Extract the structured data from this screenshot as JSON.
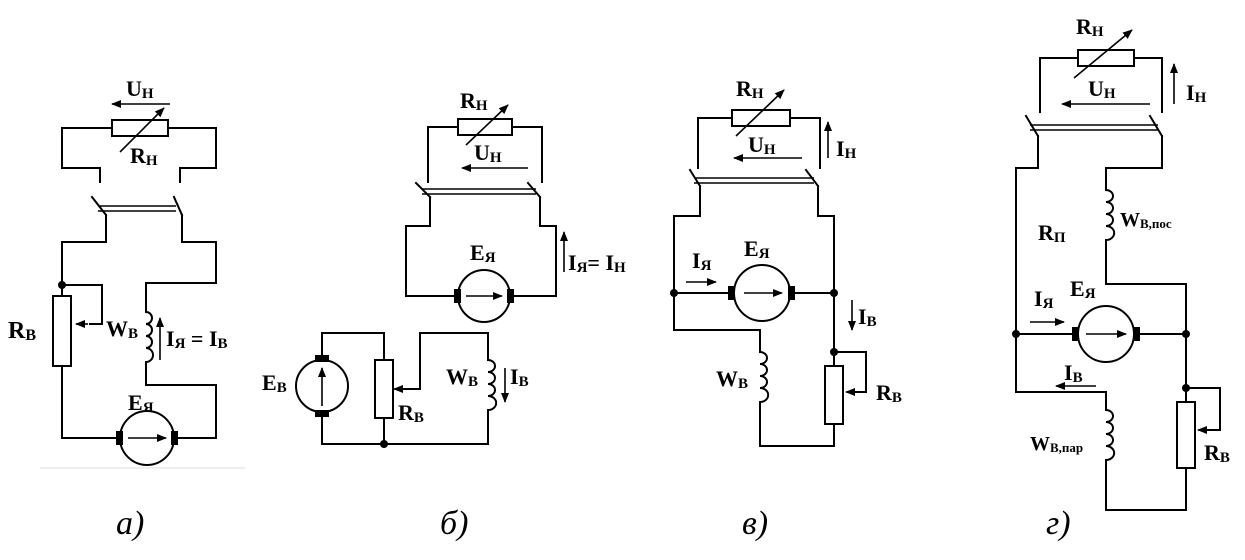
{
  "labels": {
    "a": {
      "U": "U",
      "U_sub": "Н",
      "R_load": "R",
      "R_load_sub": "Н",
      "R_field": "R",
      "R_field_sub": "В",
      "W": "W",
      "W_sub": "В",
      "I1": "I",
      "I1_sub": "Я",
      "eq": " = I",
      "I2_sub": "В",
      "E": "E",
      "E_sub": "Я"
    },
    "b": {
      "R_load": "R",
      "R_load_sub": "Н",
      "U": "U",
      "U_sub": "Н",
      "E": "E",
      "E_sub": "Я",
      "I1": "I",
      "I1_sub": "Я",
      "eq": "= I",
      "I2_sub": "Н",
      "Eb": "E",
      "Eb_sub": "В",
      "R_field": "R",
      "R_field_sub": "В",
      "W": "W",
      "W_sub": "В",
      "Ib": "I",
      "Ib_sub": "В"
    },
    "c": {
      "R_load": "R",
      "R_load_sub": "Н",
      "U": "U",
      "U_sub": "Н",
      "IH": "I",
      "IH_sub": "Н",
      "I1": "I",
      "I1_sub": "Я",
      "E": "E",
      "E_sub": "Я",
      "IB": "I",
      "IB_sub": "В",
      "W": "W",
      "W_sub": "В",
      "R_field": "R",
      "R_field_sub": "В"
    },
    "d": {
      "R_load": "R",
      "R_load_sub": "Н",
      "U": "U",
      "U_sub": "Н",
      "IH": "I",
      "IH_sub": "Н",
      "Rp": "R",
      "Rp_sub": "П",
      "Wpos": "W",
      "Wpos_sub": "В,пос",
      "I1": "I",
      "I1_sub": "Я",
      "E": "E",
      "E_sub": "Я",
      "IB": "I",
      "IB_sub": "В",
      "Wpar": "W",
      "Wpar_sub": "В,пар",
      "R_field": "R",
      "R_field_sub": "В"
    }
  },
  "captions": [
    "а)",
    "б)",
    "в)",
    "г)"
  ]
}
